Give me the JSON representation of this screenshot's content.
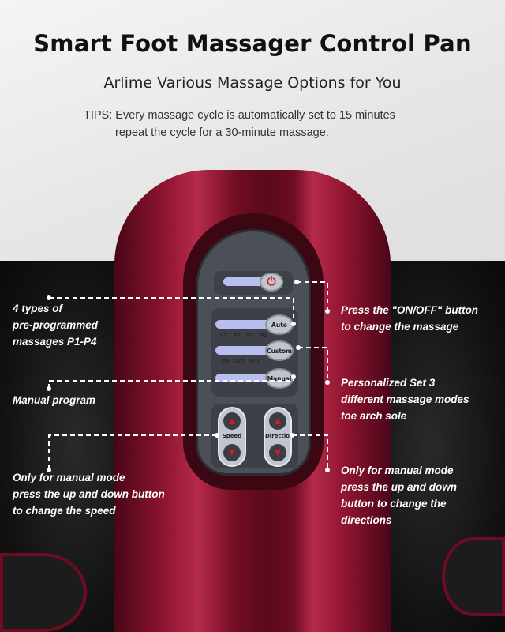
{
  "header": {
    "title": "Smart Foot Massager Control Pan",
    "subtitle": "Arlime Various Massage Options for You",
    "tips_line1": "TIPS: Every massage cycle is automatically set to 15 minutes",
    "tips_line2": "repeat the cycle for a 30-minute massage."
  },
  "panel": {
    "power_icon": "power-icon",
    "auto": "Auto",
    "programs": "P1 P2 P3 P4",
    "custom": "Custom",
    "custom_modes": "Toe Arch Sole",
    "manual": "Manual",
    "speed": "Speed",
    "direction": "Direction"
  },
  "callouts": {
    "left": [
      [
        "4 types of",
        "pre-programmed",
        "massages P1-P4"
      ],
      [
        "Manual program"
      ],
      [
        "Only for manual mode",
        "press the up and down button",
        "to change the speed"
      ]
    ],
    "right": [
      [
        "Press the \"ON/OFF\" button",
        "to change the massage"
      ],
      [
        "Personalized Set 3",
        "different massage modes",
        "toe arch sole"
      ],
      [
        "Only for manual mode",
        "press the up and down",
        "button to change the",
        "directions"
      ]
    ]
  },
  "colors": {
    "body": "#8e1430",
    "panel": "#4b5058",
    "slot": "#b9bef0",
    "arrow": "#d21b2a"
  }
}
